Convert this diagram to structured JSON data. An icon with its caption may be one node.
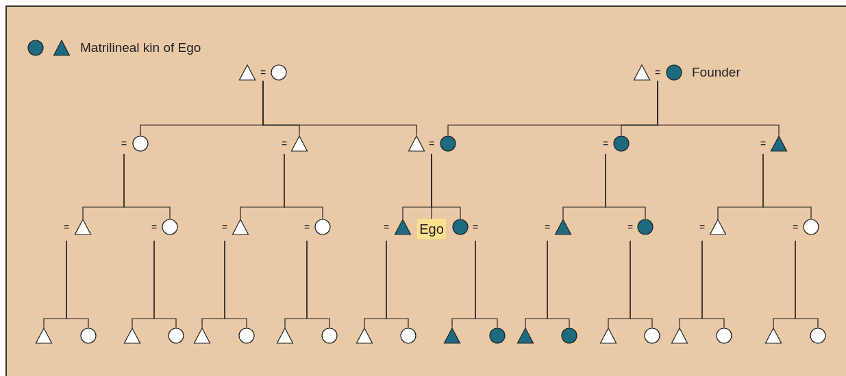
{
  "diagram": {
    "nodes": [
      {
        "text": [],
        "shape": "triangle"
      },
      {
        "text": [],
        "shape": "circle"
      },
      {
        "text": [],
        "shape": "triangle"
      },
      {
        "text": [],
        "shape": "circle",
        "beside": [
          "Founder"
        ]
      },
      {
        "text": [],
        "shape": "circle"
      },
      {
        "text": [],
        "shape": "triangle"
      },
      {
        "text": [],
        "shape": "triangle"
      },
      {
        "text": [],
        "shape": "circle"
      },
      {
        "text": [],
        "shape": "circle"
      },
      {
        "text": [],
        "shape": "triangle"
      },
      {
        "text": [],
        "shape": "triangle"
      },
      {
        "text": [],
        "shape": "circle"
      },
      {
        "text": [],
        "shape": "triangle"
      },
      {
        "text": [],
        "shape": "circle"
      },
      {
        "text": [],
        "shape": "triangle"
      },
      {
        "text": [
          "Ego"
        ]
      },
      {
        "text": [],
        "shape": "circle"
      },
      {
        "text": [],
        "shape": "triangle"
      },
      {
        "text": [],
        "shape": "circle"
      },
      {
        "text": [],
        "shape": "triangle"
      },
      {
        "text": [],
        "shape": "circle"
      },
      {
        "text": [],
        "shape": "triangle"
      },
      {
        "text": [],
        "shape": "circle"
      },
      {
        "text": [],
        "shape": "triangle"
      },
      {
        "text": [],
        "shape": "circle"
      },
      {
        "text": [],
        "shape": "triangle"
      },
      {
        "text": [],
        "shape": "circle"
      },
      {
        "text": [],
        "shape": "triangle"
      },
      {
        "text": [],
        "shape": "circle"
      },
      {
        "text": [],
        "shape": "triangle"
      },
      {
        "text": [],
        "shape": "circle"
      },
      {
        "text": [],
        "shape": "triangle"
      },
      {
        "text": [],
        "shape": "circle"
      },
      {
        "text": [],
        "shape": "triangle"
      },
      {
        "text": [],
        "shape": "circle"
      },
      {
        "text": [],
        "shape": "triangle"
      },
      {
        "text": [],
        "shape": "circle"
      },
      {
        "text": [],
        "shape": "triangle"
      },
      {
        "text": [],
        "shape": "circle"
      },
      {
        "text": [],
        "shape": "triangle"
      },
      {
        "text": [],
        "shape": "circle"
      }
    ],
    "edges": [
      {
        "from": 0,
        "to": 4,
        "arrow": "none"
      },
      {
        "from": 0,
        "to": 5,
        "arrow": "none"
      },
      {
        "from": 0,
        "to": 6,
        "arrow": "none"
      },
      {
        "from": 2,
        "to": 7,
        "arrow": "none"
      },
      {
        "from": 2,
        "to": 8,
        "arrow": "none"
      },
      {
        "from": 2,
        "to": 9,
        "arrow": "none"
      },
      {
        "from": 4,
        "to": 10,
        "arrow": "none"
      },
      {
        "from": 4,
        "to": 11,
        "arrow": "none"
      },
      {
        "from": 5,
        "to": 12,
        "arrow": "none"
      },
      {
        "from": 5,
        "to": 13,
        "arrow": "none"
      },
      {
        "from": 6,
        "to": 14,
        "arrow": "none"
      },
      {
        "from": 6,
        "to": 15,
        "arrow": "none"
      },
      {
        "from": 6,
        "to": 16,
        "arrow": "none"
      },
      {
        "from": 8,
        "to": 17,
        "arrow": "none"
      },
      {
        "from": 8,
        "to": 18,
        "arrow": "none"
      },
      {
        "from": 9,
        "to": 19,
        "arrow": "none"
      },
      {
        "from": 9,
        "to": 20,
        "arrow": "none"
      },
      {
        "from": 10,
        "to": 21,
        "arrow": "none"
      },
      {
        "from": 10,
        "to": 22,
        "arrow": "none"
      },
      {
        "from": 11,
        "to": 23,
        "arrow": "none"
      },
      {
        "from": 11,
        "to": 24,
        "arrow": "none"
      },
      {
        "from": 12,
        "to": 25,
        "arrow": "none"
      },
      {
        "from": 12,
        "to": 26,
        "arrow": "none"
      },
      {
        "from": 13,
        "to": 27,
        "arrow": "none"
      },
      {
        "from": 13,
        "to": 28,
        "arrow": "none"
      },
      {
        "from": 14,
        "to": 29,
        "arrow": "none"
      },
      {
        "from": 14,
        "to": 30,
        "arrow": "none"
      },
      {
        "from": 16,
        "to": 31,
        "arrow": "none"
      },
      {
        "from": 16,
        "to": 32,
        "arrow": "none"
      },
      {
        "from": 17,
        "to": 33,
        "arrow": "none"
      },
      {
        "from": 17,
        "to": 34,
        "arrow": "none"
      },
      {
        "from": 18,
        "to": 35,
        "arrow": "none"
      },
      {
        "from": 18,
        "to": 36,
        "arrow": "none"
      },
      {
        "from": 19,
        "to": 37,
        "arrow": "none"
      },
      {
        "from": 19,
        "to": 38,
        "arrow": "none"
      },
      {
        "from": 20,
        "to": 39,
        "arrow": "none"
      },
      {
        "from": 20,
        "to": 40,
        "arrow": "none"
      }
    ],
    "labels": [
      "=",
      "=",
      "=",
      "=",
      "=",
      "=",
      "=",
      "=",
      "=",
      "=",
      "=",
      "=",
      "=",
      "=",
      "=",
      "=",
      "="
    ],
    "legend": [
      {
        "text": "Matrilineal kin of Ego"
      }
    ]
  }
}
